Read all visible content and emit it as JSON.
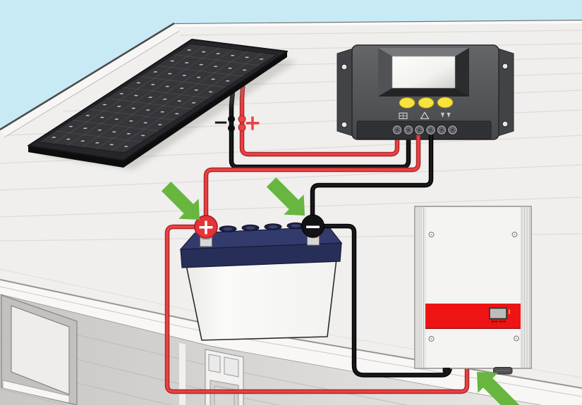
{
  "illustration": {
    "symbols": {
      "panel_negative": "−",
      "panel_positive": "+",
      "battery_positive": "+",
      "battery_negative": "−"
    },
    "components": {
      "solar_panel_icon": "solar-panel",
      "charge_controller_icon": "charge-controller",
      "battery_icon": "battery",
      "inverter_icon": "inverter",
      "arrow_icon": "green-arrow"
    },
    "panel_grid": {
      "cols": 6,
      "rows": 9
    },
    "controller": {
      "buttons": 3,
      "terminals": 6
    },
    "battery_caps": 4,
    "arrow_count": 3,
    "colors": {
      "sky": "#c8eaf5",
      "roof": "#f0efed",
      "wire_red": "#ee4045",
      "wire_red_dark": "#aa2626",
      "wire_black": "#1a1a1c",
      "arrow_green": "#66b63f",
      "button_yellow": "#f8e23e",
      "inverter_band_red": "#ee1414",
      "battery_lid_navy": "#272e58",
      "battery_lid_top_navy": "#333b6d",
      "terminal_red": "#e5333a",
      "terminal_black": "#131315",
      "panel_face": "#35353a"
    }
  }
}
